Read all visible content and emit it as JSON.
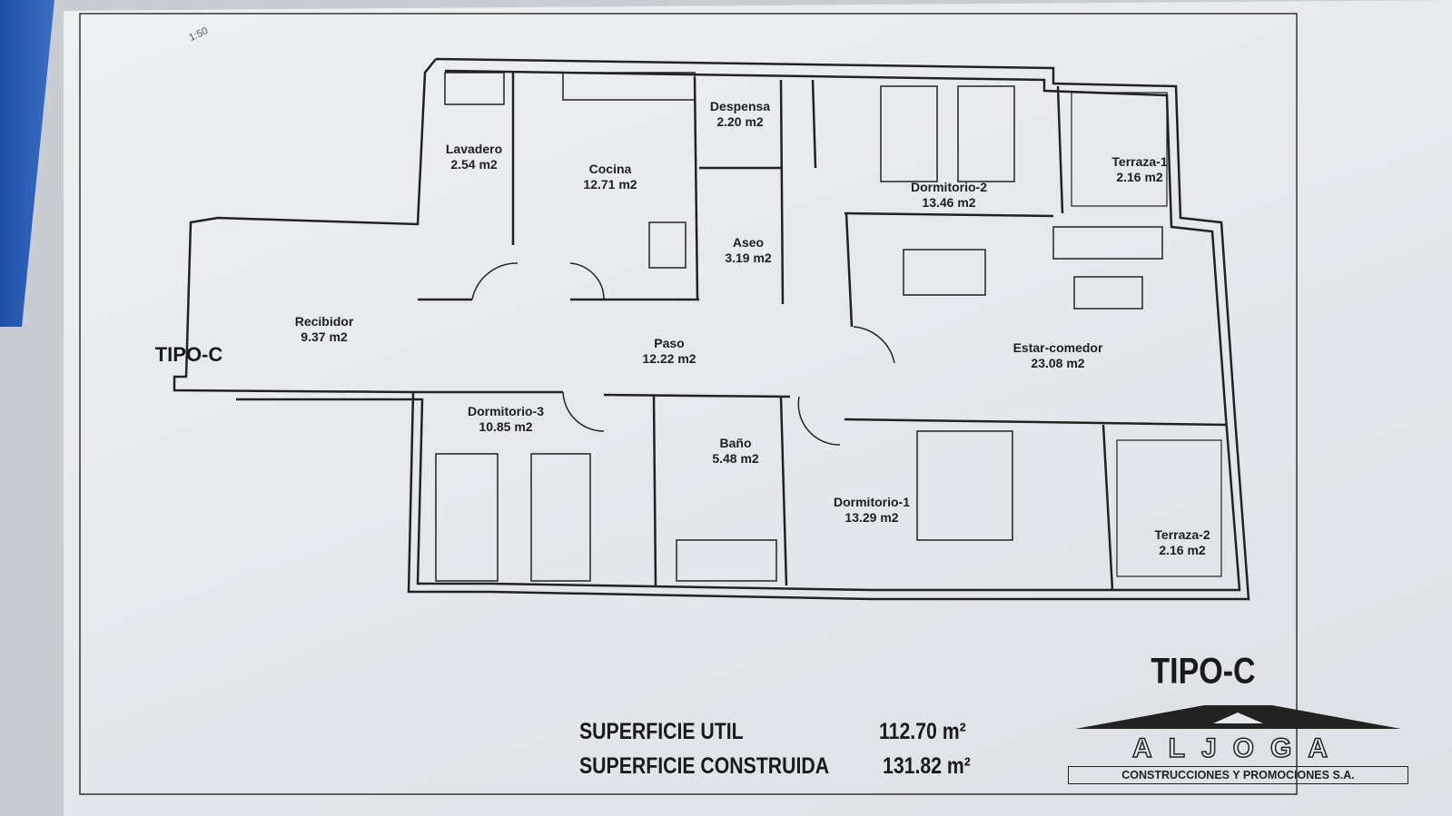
{
  "scale_note": "1:50",
  "plan_type": "TIPO-C",
  "rooms": [
    {
      "name": "Lavadero",
      "area": "2.54 m2"
    },
    {
      "name": "Cocina",
      "area": "12.71 m2"
    },
    {
      "name": "Despensa",
      "area": "2.20 m2"
    },
    {
      "name": "Dormitorio-2",
      "area": "13.46 m2"
    },
    {
      "name": "Terraza-1",
      "area": "2.16 m2"
    },
    {
      "name": "Aseo",
      "area": "3.19 m2"
    },
    {
      "name": "Recibidor",
      "area": "9.37 m2"
    },
    {
      "name": "Paso",
      "area": "12.22 m2"
    },
    {
      "name": "Estar-comedor",
      "area": "23.08 m2"
    },
    {
      "name": "Dormitorio-3",
      "area": "10.85 m2"
    },
    {
      "name": "Baño",
      "area": "5.48 m2"
    },
    {
      "name": "Dormitorio-1",
      "area": "13.29 m2"
    },
    {
      "name": "Terraza-2",
      "area": "2.16 m2"
    }
  ],
  "surfaces": {
    "util_label": "SUPERFICIE  UTIL",
    "util_value": "112.70 m²",
    "construida_label": "SUPERFICIE CONSTRUIDA",
    "construida_value": "131.82 m²"
  },
  "logo": {
    "name": "ALJOGA",
    "subtitle": "CONSTRUCCIONES Y PROMOCIONES S.A."
  },
  "colors": {
    "ink": "#1e1e1e",
    "paper": "#e6e9ec",
    "background": "#2a5cb5"
  }
}
